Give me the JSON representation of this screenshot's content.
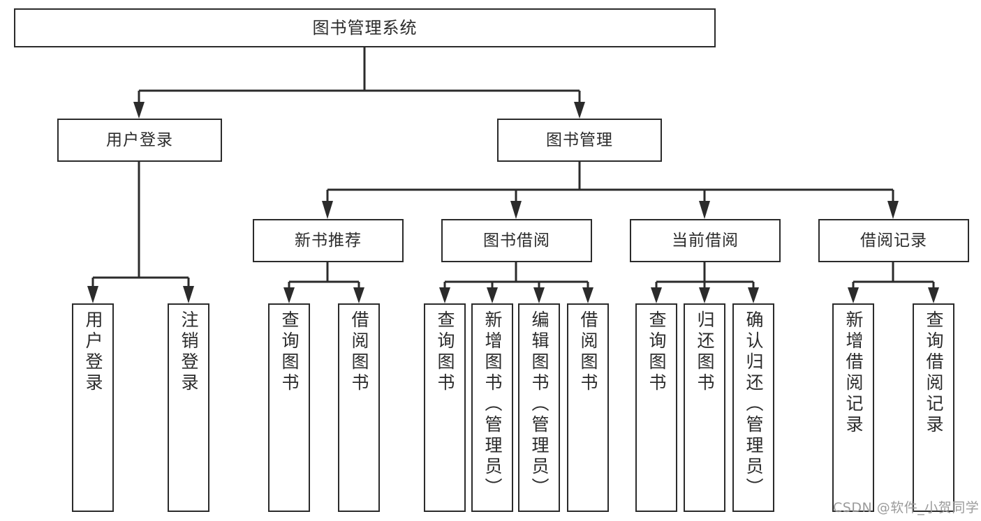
{
  "diagram": {
    "type": "tree",
    "title": "图书管理系统",
    "root": {
      "label": "图书管理系统"
    },
    "level2": [
      {
        "label": "用户登录"
      },
      {
        "label": "图书管理"
      }
    ],
    "level3": [
      {
        "label": "新书推荐"
      },
      {
        "label": "图书借阅"
      },
      {
        "label": "当前借阅"
      },
      {
        "label": "借阅记录"
      }
    ],
    "leaves_user_login": [
      {
        "label": "用户登录"
      },
      {
        "label": "注销登录"
      }
    ],
    "leaves_new_book": [
      {
        "label": "查询图书"
      },
      {
        "label": "借阅图书"
      }
    ],
    "leaves_borrow": [
      {
        "label": "查询图书"
      },
      {
        "label": "新增图书（管理员）"
      },
      {
        "label": "编辑图书（管理员）"
      },
      {
        "label": "借阅图书"
      }
    ],
    "leaves_current": [
      {
        "label": "查询图书"
      },
      {
        "label": "归还图书"
      },
      {
        "label": "确认归还（管理员）"
      }
    ],
    "leaves_records": [
      {
        "label": "新增借阅记录"
      },
      {
        "label": "查询借阅记录"
      }
    ]
  },
  "watermark": {
    "text": "CSDN @软件_小贺同学"
  },
  "colors": {
    "stroke": "#2b2b2b",
    "background": "#ffffff",
    "watermark": "#9b9b9b"
  }
}
